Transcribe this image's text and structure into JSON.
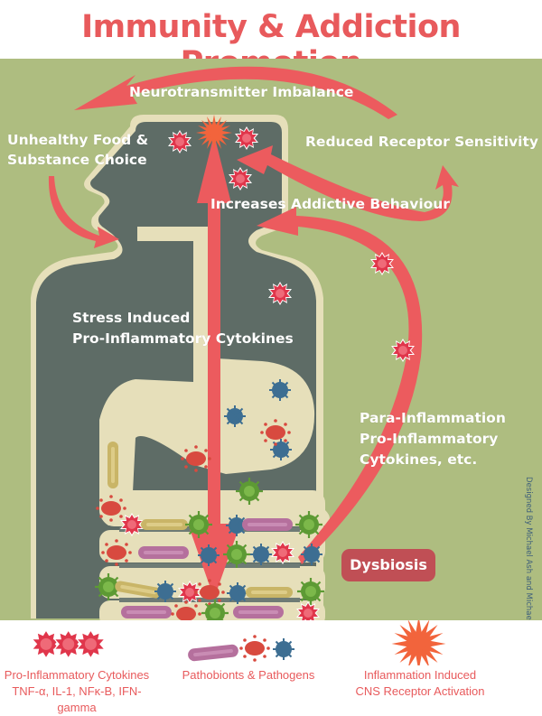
{
  "title": "Immunity & Addiction Promotion",
  "colors": {
    "title": "#e85a5c",
    "background_green": "#aebd80",
    "body_dark": "#5e6c66",
    "body_outline": "#e6dfba",
    "arrow": "#ec5b5e",
    "dysbiosis_badge": "#c04f55",
    "legend_text": "#e85a5c"
  },
  "labels": {
    "neurotransmitter": "Neurotransmitter Imbalance",
    "unhealthy_food_1": "Unhealthy Food &",
    "unhealthy_food_2": "Substance Choice",
    "reduced_receptor": "Reduced Receptor Sensitivity",
    "addictive_behaviour": "Increases Addictive Behaviour",
    "stress_1": "Stress Induced",
    "stress_2": "Pro-Inflammatory Cytokines",
    "para_1": "Para-Inflammation",
    "para_2": "Pro-Inflammatory",
    "para_3": "Cytokines, etc.",
    "dysbiosis": "Dysbiosis"
  },
  "credit": "Designed By Michael Ash and Michael Ward",
  "legend": [
    {
      "icon": "cytokine-icon",
      "line1": "Pro-Inflammatory Cytokines",
      "line2": "TNF-α, IL-1, NFκ-B, IFN-gamma"
    },
    {
      "icon": "pathogen-icon",
      "line1": "Pathobionts & Pathogens",
      "line2": ""
    },
    {
      "icon": "starburst-icon",
      "line1": "Inflammation Induced",
      "line2": "CNS Receptor Activation"
    }
  ]
}
